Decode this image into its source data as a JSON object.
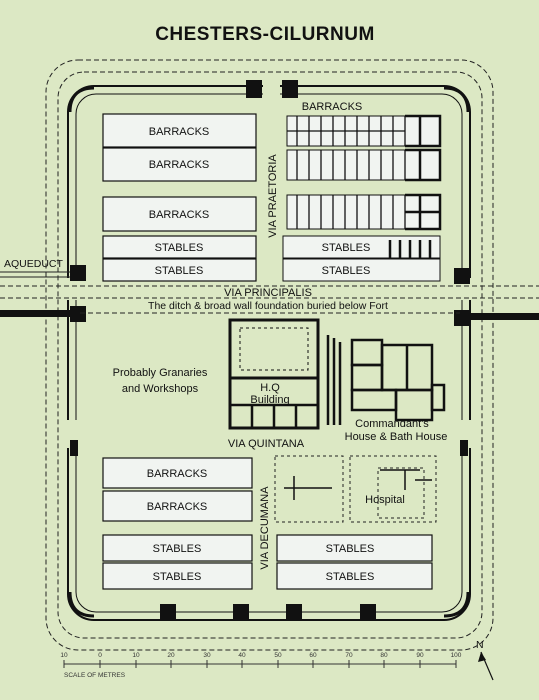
{
  "title": "CHESTERS-CILURNUM",
  "labels": {
    "aqueduct": "AQUEDUCT",
    "via_principalis": "VIA PRINCIPALIS",
    "ditch_note": "The ditch & broad wall foundation buried below Fort",
    "via_praetoria": "VIA PRAETORIA",
    "via_quintana": "VIA QUINTANA",
    "via_decumana": "VIA DECUMANA",
    "granaries_1": "Probably Granaries",
    "granaries_2": "and Workshops",
    "hq_1": "H.Q",
    "hq_2": "Building",
    "commandant_1": "Commandant's",
    "commandant_2": "House & Bath House",
    "hospital": "Hospital",
    "barracks_right_top": "BARRACKS"
  },
  "buildings": {
    "barracks_1": "BARRACKS",
    "barracks_2": "BARRACKS",
    "barracks_3": "BARRACKS",
    "stables_1": "STABLES",
    "stables_2": "STABLES",
    "stables_3": "STABLES",
    "stables_4": "STABLES",
    "barracks_4": "BARRACKS",
    "barracks_5": "BARRACKS",
    "stables_5": "STABLES",
    "stables_6": "STABLES",
    "stables_7": "STABLES",
    "stables_8": "STABLES"
  },
  "scale": {
    "caption": "SCALE OF METRES",
    "ticks": [
      "10",
      "0",
      "10",
      "20",
      "30",
      "40",
      "50",
      "60",
      "70",
      "80",
      "90",
      "100"
    ]
  },
  "north_label": "N",
  "colors": {
    "background": "#dce8c4",
    "building_fill": "#f1f4f1",
    "ink": "#111111"
  }
}
